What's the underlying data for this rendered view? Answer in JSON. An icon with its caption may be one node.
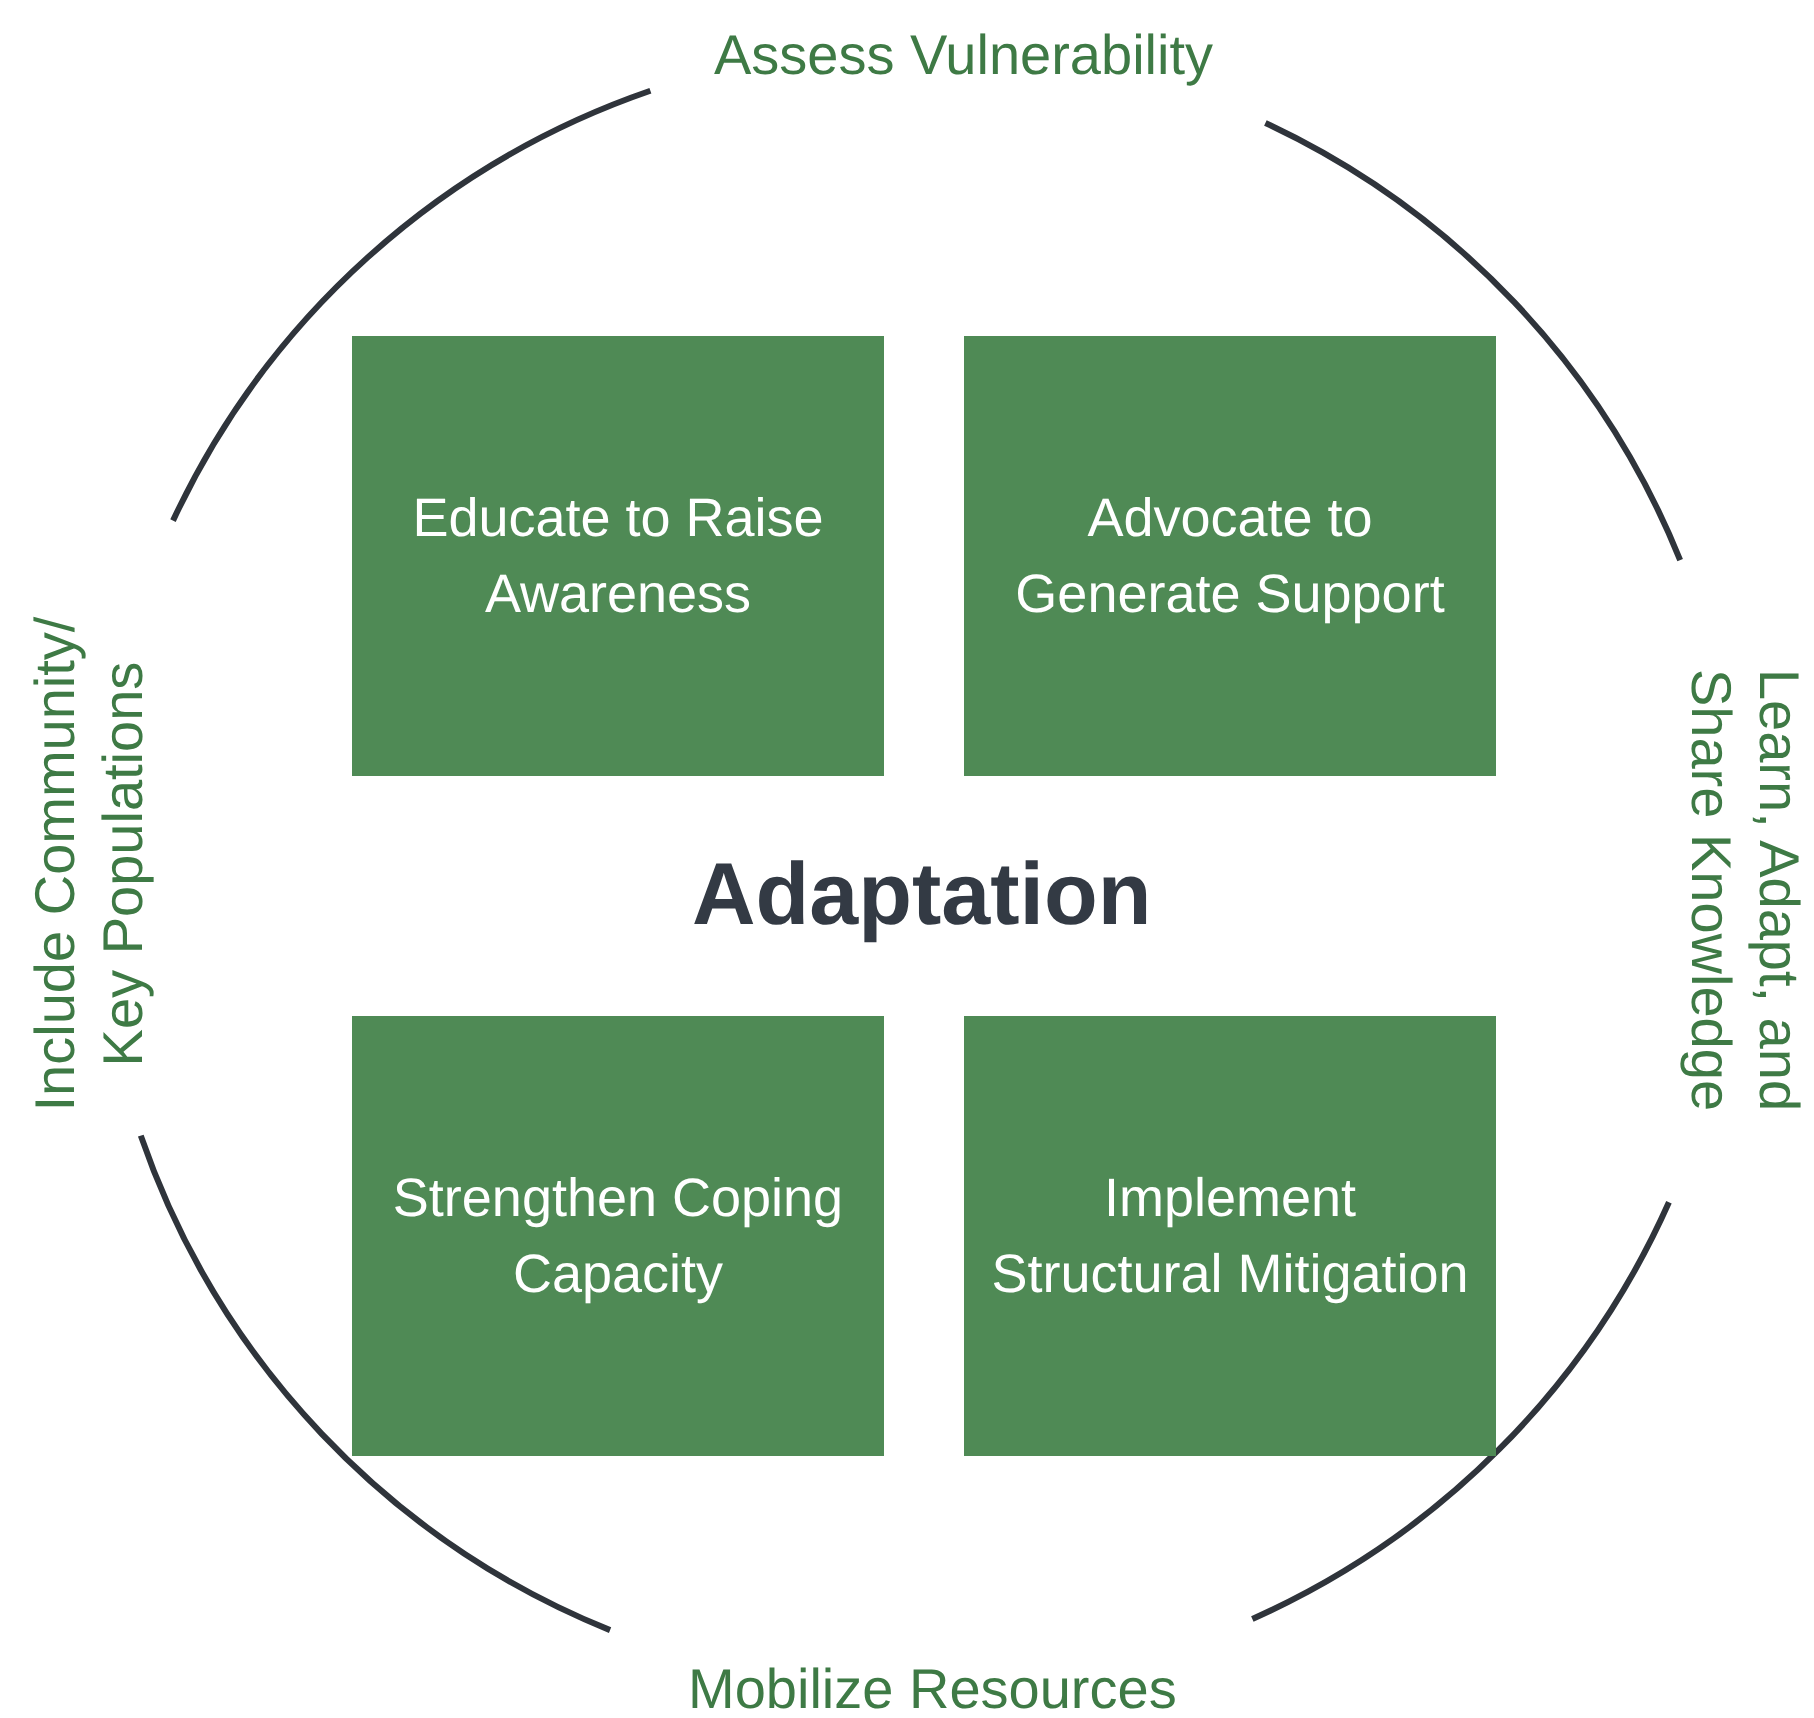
{
  "diagram": {
    "nodes": [
      {
        "text": [
          "Educate to Raise Awareness"
        ]
      },
      {
        "text": [
          "Advocate to Generate Support"
        ]
      },
      {
        "text": [
          "Strengthen Coping Capacity"
        ]
      },
      {
        "text": [
          "Implement Structural Mitigation"
        ]
      }
    ],
    "labels": [
      "Assess Vulnerability",
      "Include Community/ Key Populations",
      "Adaptation",
      "Learn, Adapt, and Share Knowledge",
      "Mobilize Resources"
    ]
  }
}
